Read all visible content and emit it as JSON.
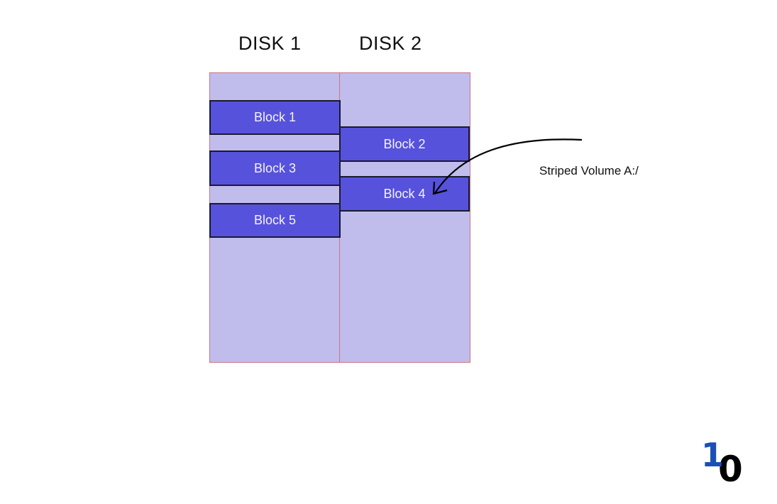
{
  "disks": [
    {
      "label": "DISK 1",
      "blocks": [
        "Block 1",
        "Block 3",
        "Block 5"
      ]
    },
    {
      "label": "DISK 2",
      "blocks": [
        "Block 2",
        "Block 4"
      ]
    }
  ],
  "annotation": "Striped Volume A:/",
  "logo": {
    "digit_one": "1",
    "digit_zero": "0"
  },
  "colors": {
    "disk_fill": "#c0bdec",
    "disk_border": "#c87584",
    "block_fill": "#5752db",
    "logo_blue": "#1a4fb5"
  }
}
